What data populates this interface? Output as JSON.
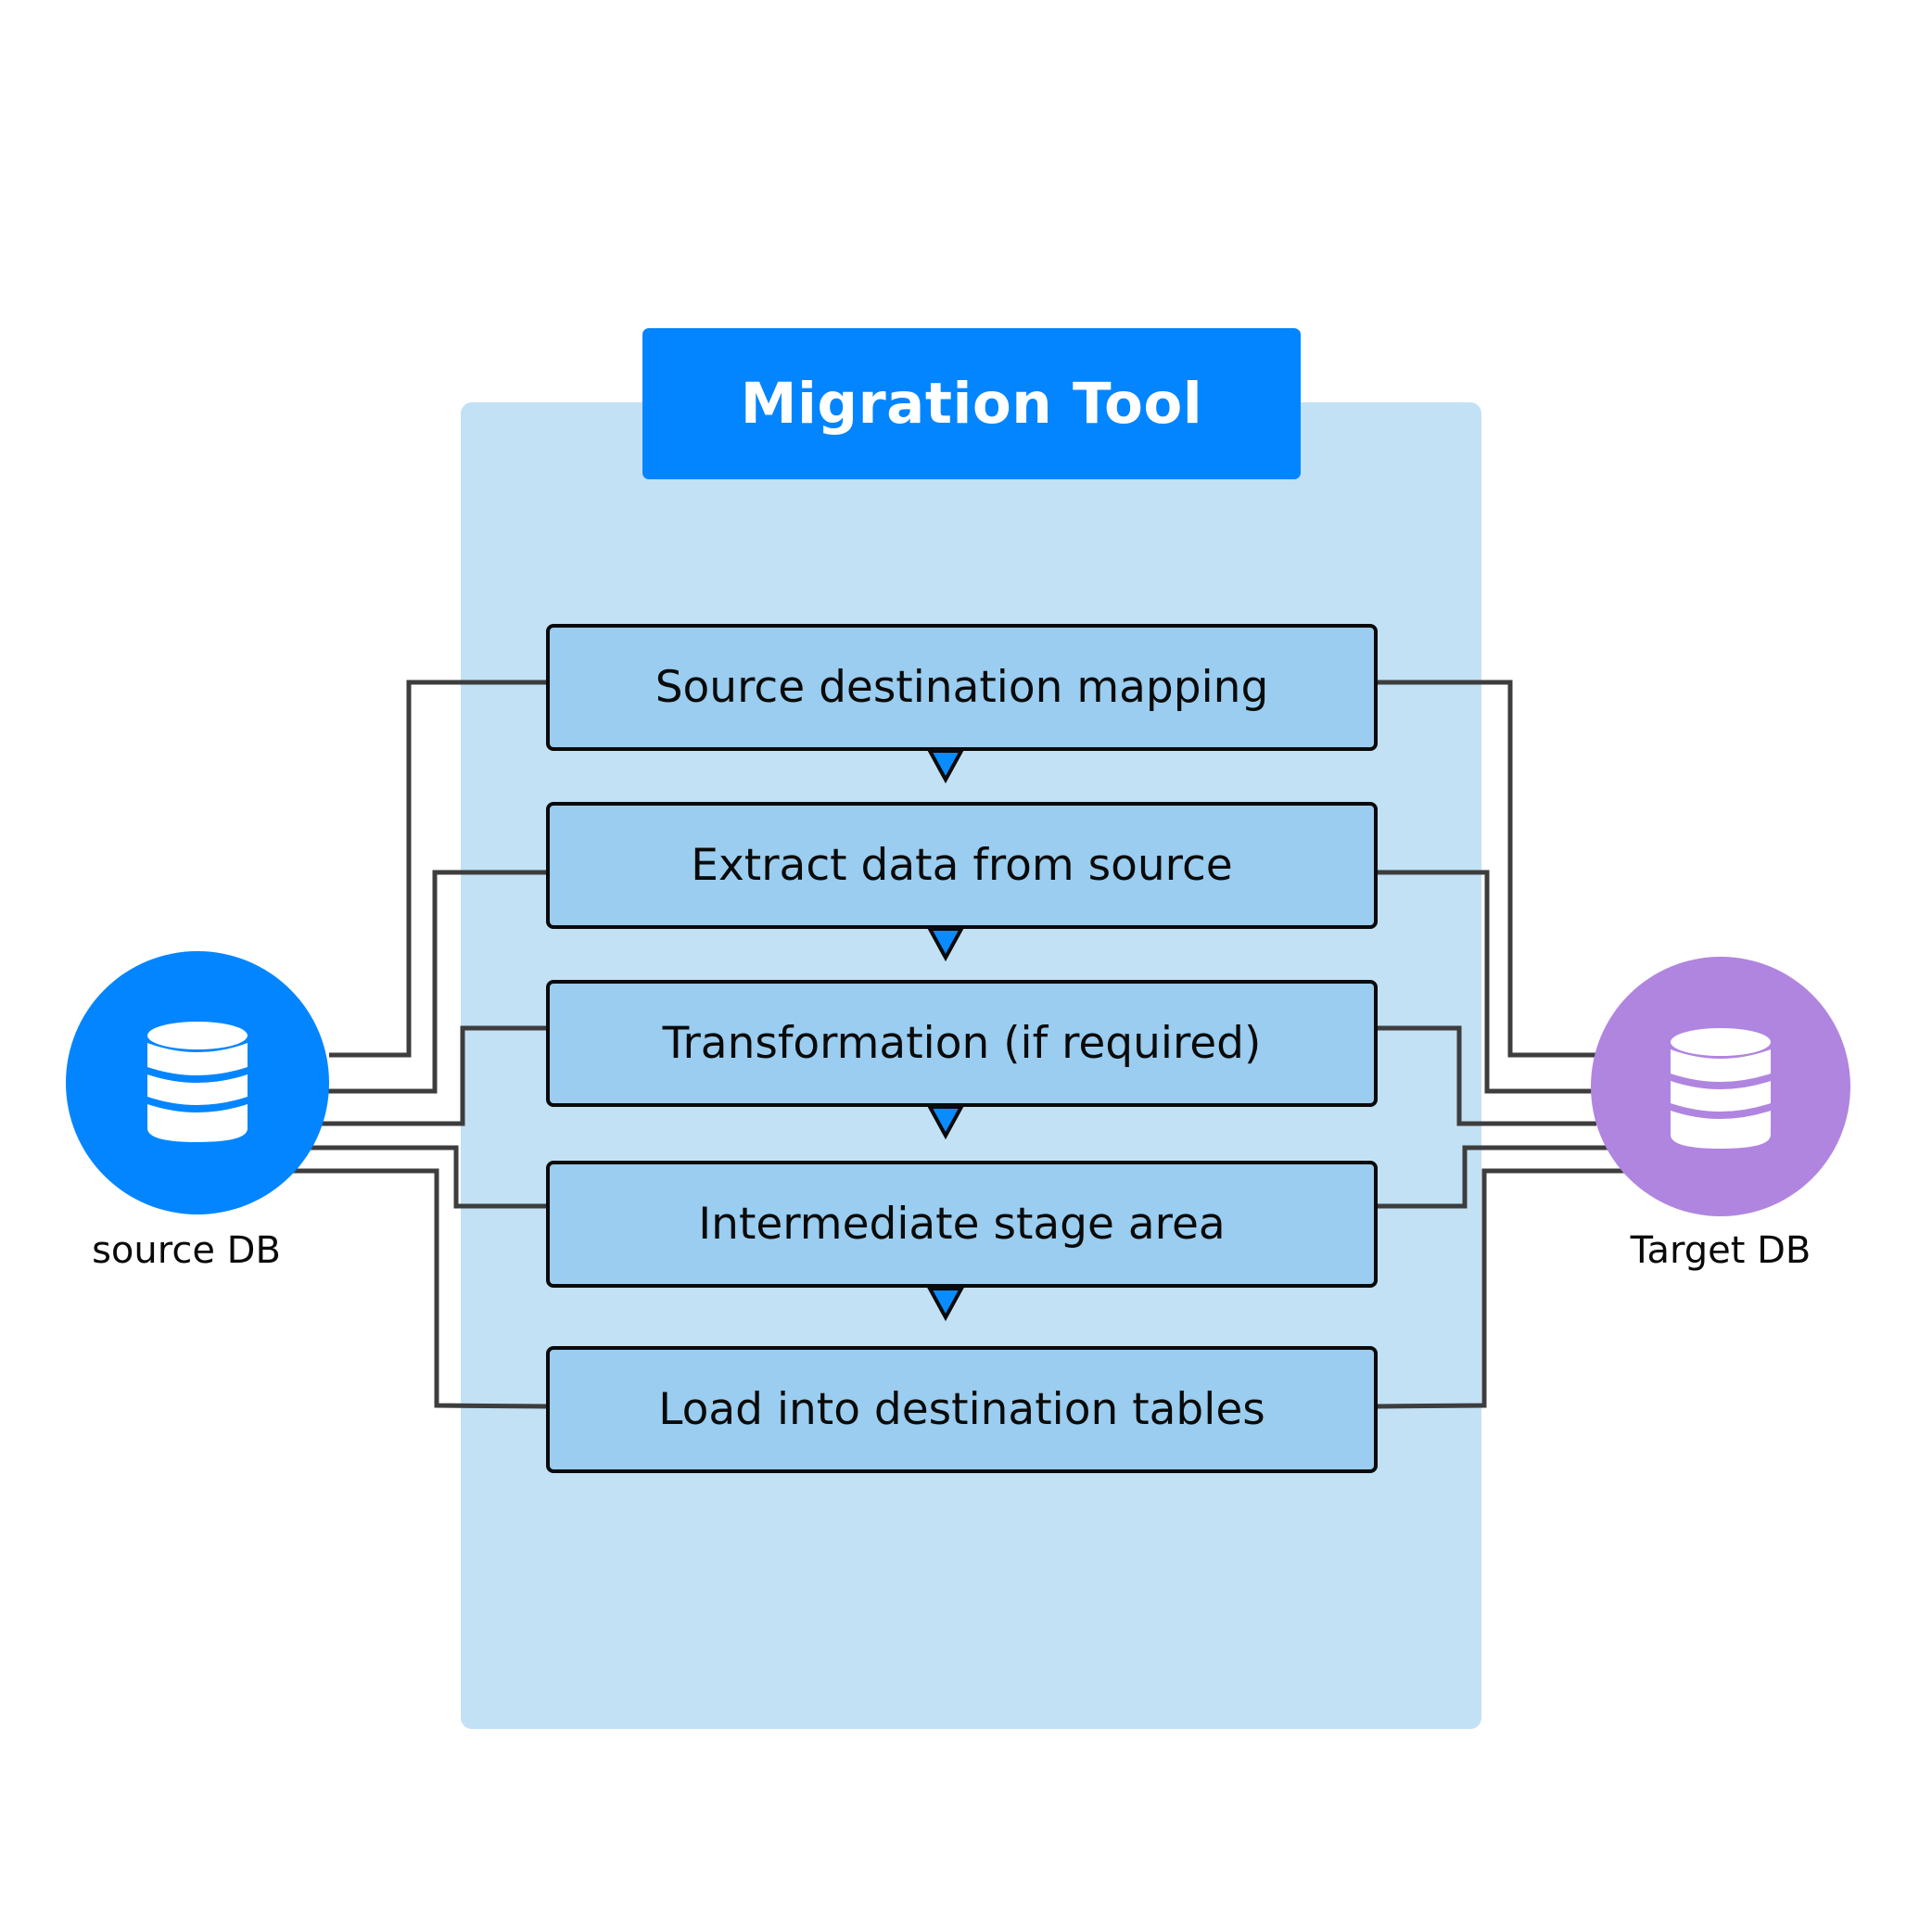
{
  "diagram": {
    "title": "Migration Tool",
    "steps": [
      {
        "label": "Source destination mapping"
      },
      {
        "label": "Extract data from source"
      },
      {
        "label": "Transformation (if required)"
      },
      {
        "label": "Intermediate stage area"
      },
      {
        "label": "Load into destination tables"
      }
    ],
    "source": {
      "label": "source DB",
      "icon": "database-icon",
      "color": "#0285ff"
    },
    "target": {
      "label": "Target DB",
      "icon": "database-icon",
      "color": "#b085e0"
    },
    "colors": {
      "panel": "#c2e1f5",
      "title_box": "#0285ff",
      "step_box": "#9acdef",
      "arrow": "#0a8cff",
      "connector": "#3d3d3d"
    }
  }
}
